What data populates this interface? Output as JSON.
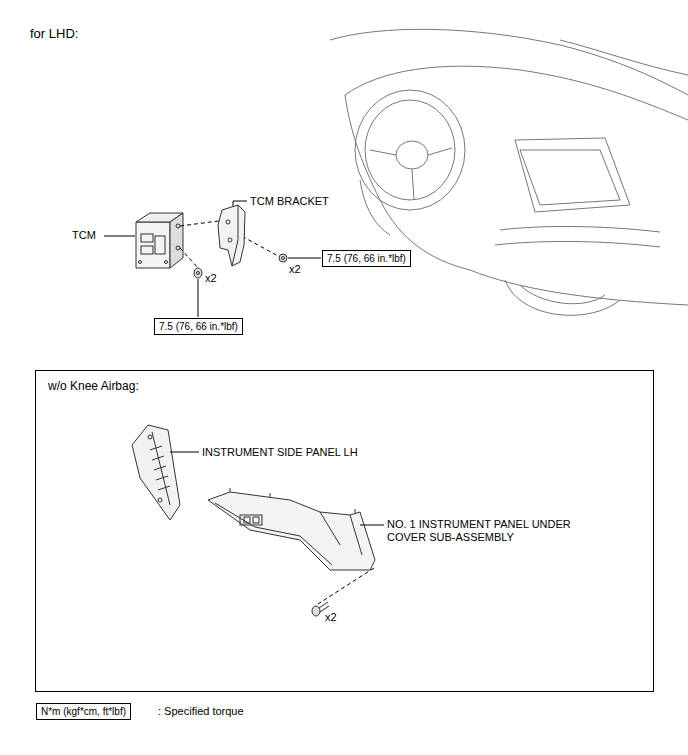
{
  "diagram": {
    "title": "for LHD:",
    "nodes": [
      {
        "text": [
          "7.5 (76, 66 in.*lbf)"
        ]
      },
      {
        "text": [
          "7.5 (76, 66 in.*lbf)"
        ]
      },
      {
        "text": [
          "w/o Knee Airbag:"
        ]
      },
      {
        "text": [
          "N*m (kgf*cm, ft*lbf)"
        ]
      }
    ],
    "edges": [],
    "labels": [
      "TCM",
      "TCM BRACKET",
      "x2",
      "x2",
      "INSTRUMENT SIDE PANEL LH",
      "NO. 1 INSTRUMENT PANEL UNDER COVER SUB-ASSEMBLY",
      "x2",
      ": Specified torque"
    ]
  }
}
